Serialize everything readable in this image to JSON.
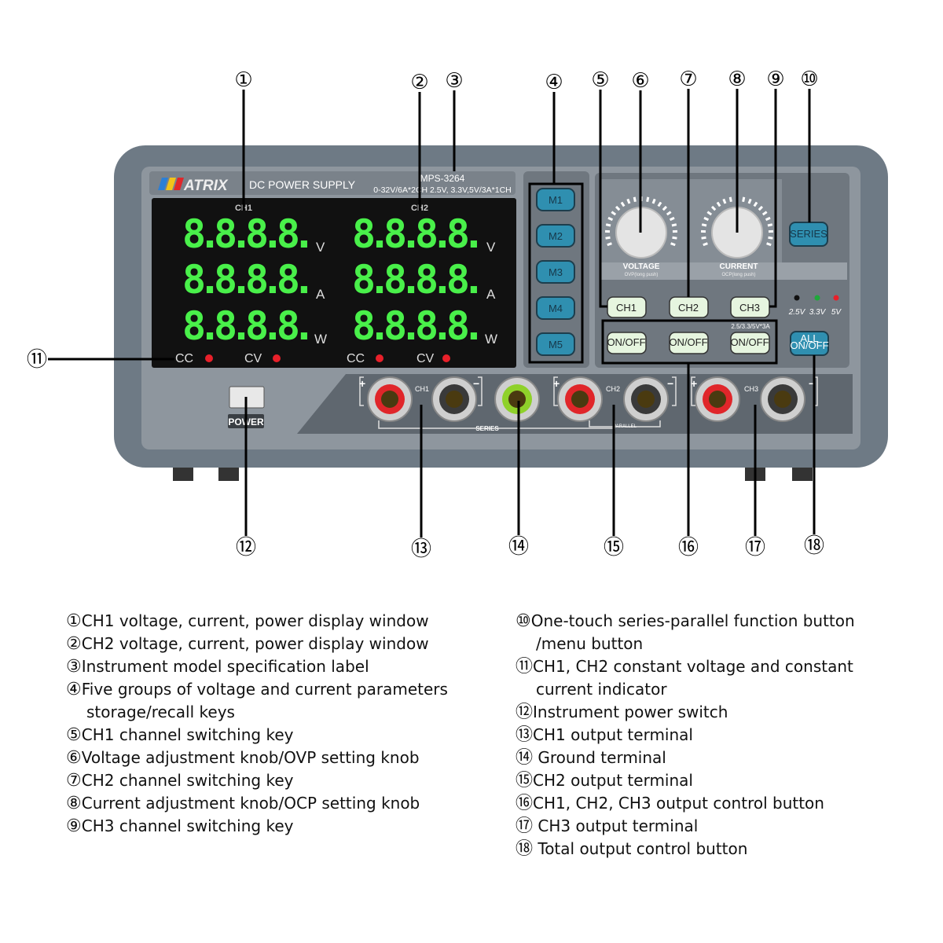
{
  "colors": {
    "body": "#6e7a85",
    "panel": "#8e969e",
    "display": "#111111",
    "digit": "#49f04a",
    "memory_button": "#2f8fb0",
    "channel_button": "#e6f5df",
    "led_red": "#e8202a",
    "led_green": "#1fa83a",
    "ground": "#8fd12a"
  },
  "device": {
    "brand": "ATRIX",
    "title": "DC POWER SUPPLY",
    "model": "MPS-3264",
    "spec": "0-32V/6A*2CH 2.5V,  3.3V,5V/3A*1CH",
    "ch1_label": "CH1",
    "ch2_label": "CH2",
    "digits": "8.8.8.8.",
    "units": [
      "V",
      "A",
      "W"
    ],
    "indicators": {
      "cc": "CC",
      "cv": "CV"
    },
    "memory": [
      "M1",
      "M2",
      "M3",
      "M4",
      "M5"
    ],
    "voltage_label": "VOLTAGE",
    "voltage_sub": "OVP(long push)",
    "current_label": "CURRENT",
    "current_sub": "OCP(long push)",
    "series_button": "SERIES",
    "channels": [
      "CH1",
      "CH2",
      "CH3"
    ],
    "onoff": "ON/OFF",
    "ch3_spec": "2.5/3.3/5V*3A",
    "ch3_volts": [
      "2.5V",
      "3.3V",
      "5V"
    ],
    "all_onoff": [
      "ALL",
      "ON/OFF"
    ],
    "power": "POWER",
    "terminals": {
      "ch1": "CH1",
      "ch2": "CH2",
      "ch3": "CH3",
      "plus": "+",
      "minus": "−",
      "series": "SERIES",
      "parallel": "PARALLEL"
    }
  },
  "callouts": [
    "①",
    "②",
    "③",
    "④",
    "⑤",
    "⑥",
    "⑦",
    "⑧",
    "⑨",
    "⑩",
    "⑪",
    "⑫",
    "⑬",
    "⑭",
    "⑮",
    "⑯",
    "⑰",
    "⑱"
  ],
  "legend_left": [
    {
      "num": "①",
      "lines": [
        "CH1 voltage, current, power display window"
      ]
    },
    {
      "num": "②",
      "lines": [
        "CH2 voltage, current, power display window"
      ]
    },
    {
      "num": "③",
      "lines": [
        "Instrument model specification label"
      ]
    },
    {
      "num": "④",
      "lines": [
        "Five groups of voltage and current parameters",
        "storage/recall keys"
      ]
    },
    {
      "num": "⑤",
      "lines": [
        "CH1 channel switching key"
      ]
    },
    {
      "num": "⑥",
      "lines": [
        "Voltage adjustment knob/OVP setting knob"
      ]
    },
    {
      "num": "⑦",
      "lines": [
        "CH2 channel switching key"
      ]
    },
    {
      "num": "⑧",
      "lines": [
        "Current adjustment knob/OCP setting knob"
      ]
    },
    {
      "num": "⑨",
      "lines": [
        "CH3 channel switching key"
      ]
    }
  ],
  "legend_right": [
    {
      "num": "⑩",
      "lines": [
        "One-touch series-parallel function button",
        "/menu button"
      ]
    },
    {
      "num": "⑪",
      "lines": [
        "CH1, CH2 constant voltage and constant",
        "current indicator"
      ]
    },
    {
      "num": "⑫",
      "lines": [
        "Instrument power switch"
      ]
    },
    {
      "num": "⑬",
      "lines": [
        "CH1 output terminal"
      ]
    },
    {
      "num": "⑭",
      "lines": [
        " Ground terminal"
      ]
    },
    {
      "num": "⑮",
      "lines": [
        "CH2 output terminal"
      ]
    },
    {
      "num": "⑯",
      "lines": [
        "CH1, CH2, CH3 output control button"
      ]
    },
    {
      "num": "⑰",
      "lines": [
        " CH3 output terminal"
      ]
    },
    {
      "num": "⑱",
      "lines": [
        " Total output control button"
      ]
    }
  ]
}
